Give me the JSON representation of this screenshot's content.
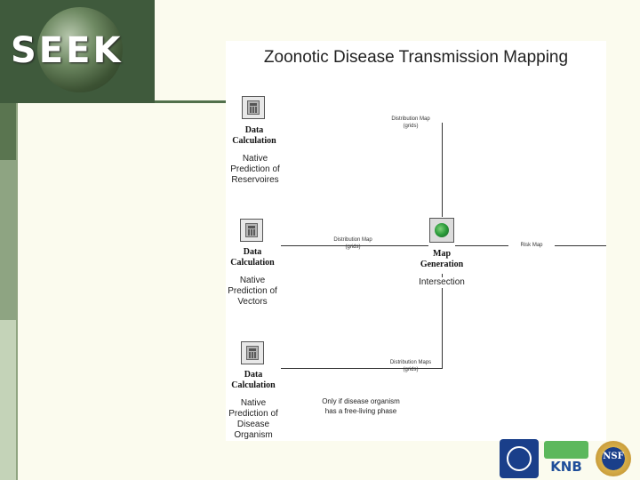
{
  "logo": {
    "text": "SEEK"
  },
  "title": "Zoonotic Disease Transmission Mapping",
  "nodes": {
    "reservoirs": {
      "label_line1": "Data",
      "label_line2": "Calculation",
      "caption": [
        "Native",
        "Prediction of",
        "Reservoires"
      ]
    },
    "vectors": {
      "label_line1": "Data",
      "label_line2": "Calculation",
      "caption": [
        "Native",
        "Prediction of",
        "Vectors"
      ]
    },
    "organism": {
      "label_line1": "Data",
      "label_line2": "Calculation",
      "caption": [
        "Native",
        "Prediction of",
        "Disease",
        "Organism"
      ]
    },
    "map": {
      "label_line1": "Map",
      "label_line2": "Generation",
      "caption": "Intersection"
    }
  },
  "edges": {
    "top": [
      "Distribution Map",
      "(grids)"
    ],
    "left": [
      "Distribution Map",
      "(grids)"
    ],
    "bottom": [
      "Distribution Maps",
      "(grids)"
    ],
    "right": "Risk Map"
  },
  "note": [
    "Only if disease organism",
    "has a free-living phase"
  ],
  "footer_logos": {
    "knb": "KNB",
    "nsf": "NSF"
  },
  "colors": {
    "background": "#fbfbee",
    "band_dark": "#3f5a3c",
    "band_mid": "#8ea482",
    "band_light": "#c4d3b8"
  }
}
